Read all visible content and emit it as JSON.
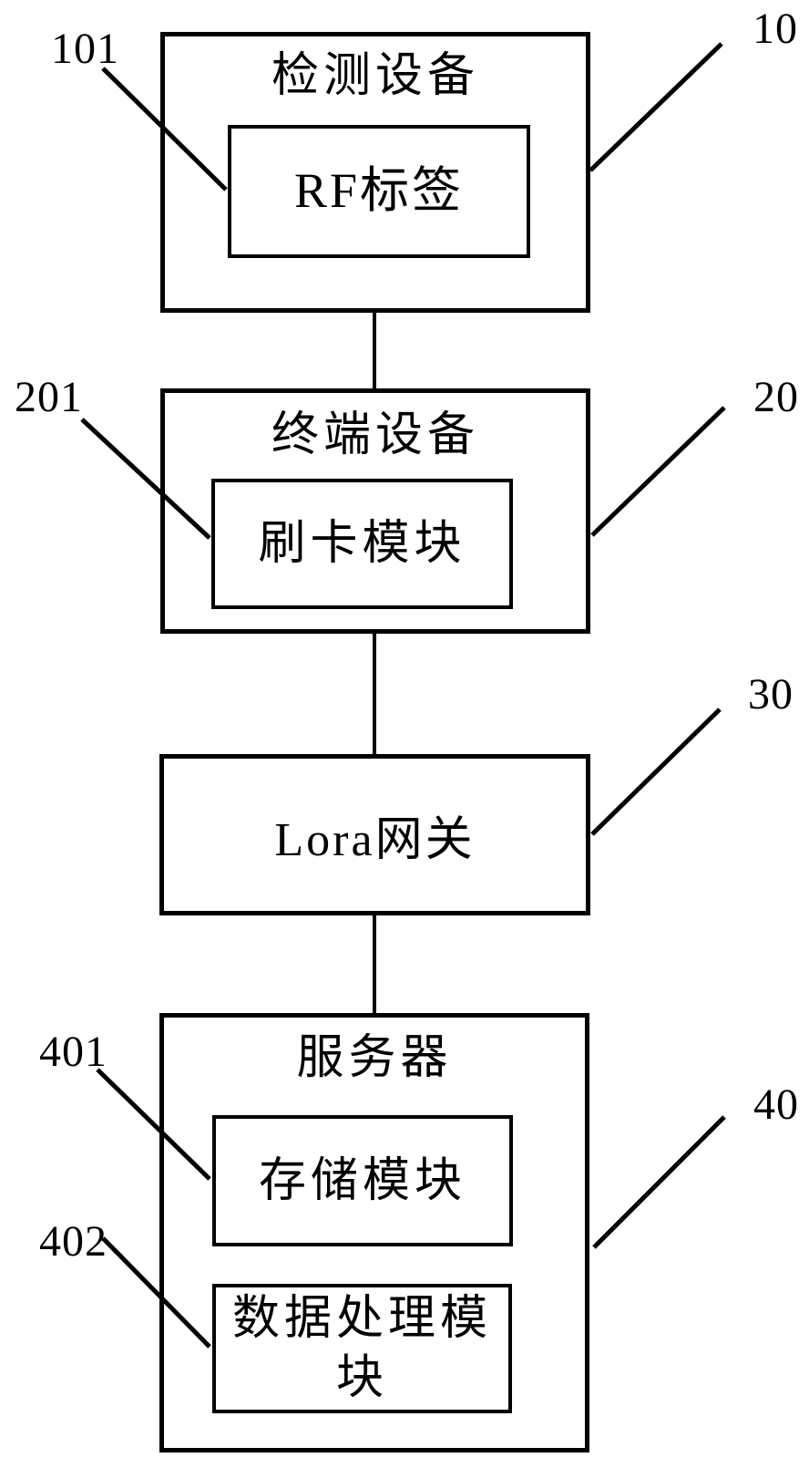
{
  "figure": {
    "background": "#ffffff",
    "stroke_color": "#000000",
    "blocks": [
      {
        "title": "检测设备",
        "ref": "10",
        "modules": [
          {
            "label": "RF标签",
            "ref": "101"
          }
        ]
      },
      {
        "title": "终端设备",
        "ref": "20",
        "modules": [
          {
            "label": "刷卡模块",
            "ref": "201"
          }
        ]
      },
      {
        "title": "Lora网关",
        "ref": "30",
        "modules": []
      },
      {
        "title": "服务器",
        "ref": "40",
        "modules": [
          {
            "label": "存储模块",
            "ref": "401"
          },
          {
            "label": "数据处理模块",
            "ref": "402"
          }
        ]
      }
    ]
  }
}
